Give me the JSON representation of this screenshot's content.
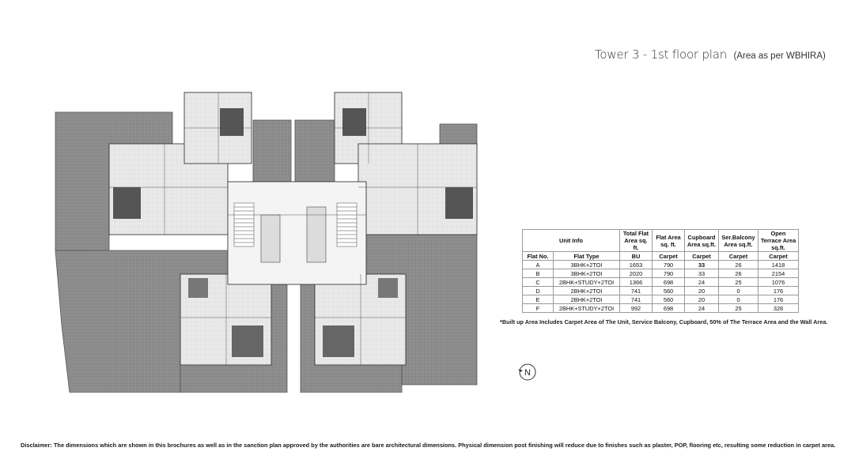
{
  "header": {
    "title": "Tower 3 - 1st floor plan",
    "subtitle": "(Area as per WBHIRA)"
  },
  "table": {
    "group_header": "Unit Info",
    "columns": [
      "Total Flat Area sq. ft.",
      "Flat Area sq. ft.",
      "Cupboard Area sq.ft.",
      "Ser.Balcony Area sq.ft.",
      "Open Terrace Area sq.ft."
    ],
    "sub_headers": [
      "Flat No.",
      "Flat Type",
      "BU",
      "Carpet",
      "Carpet",
      "Carpet",
      "Carpet"
    ],
    "rows": [
      [
        "A",
        "3BHK+2TOI",
        "1653",
        "790",
        "33",
        "26",
        "1418"
      ],
      [
        "B",
        "3BHK+2TOI",
        "2020",
        "790",
        "33",
        "26",
        "2154"
      ],
      [
        "C",
        "2BHK+STUDY+2TOI",
        "1366",
        "698",
        "24",
        "25",
        "1076"
      ],
      [
        "D",
        "2BHK+2TOI",
        "741",
        "560",
        "20",
        "0",
        "176"
      ],
      [
        "E",
        "2BHK+2TOI",
        "741",
        "560",
        "20",
        "0",
        "176"
      ],
      [
        "F",
        "2BHK+STUDY+2TOI",
        "992",
        "698",
        "24",
        "25",
        "328"
      ]
    ]
  },
  "footnote": "*Built up Area Includes Carpet Area of The Unit, Service Balcony, Cupboard, 50% of The Terrace Area and the Wall Area.",
  "north_label": "N",
  "disclaimer": {
    "label": "Disclaimer:",
    "text": "The dimensions which are shown in this brochures as well as in the sanction plan approved by the authorities are bare architectural dimensions. Physical dimension post finishing will reduce due to finishes such as plaster, POP, flooring etc, resulting some reduction in carpet area."
  }
}
